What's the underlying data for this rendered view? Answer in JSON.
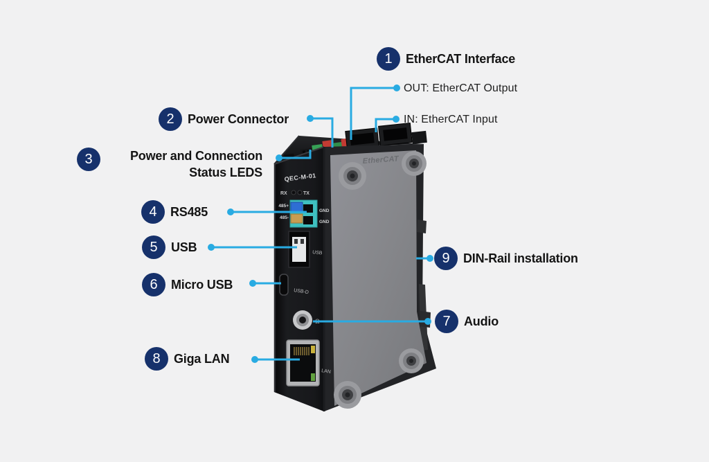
{
  "device": {
    "model": "QEC-M-01",
    "side_logo": "EtherCAT",
    "panel": {
      "rx": "RX",
      "tx": "TX",
      "rs485_plus": "485+",
      "rs485_minus": "485-",
      "gnd_top": "GND",
      "gnd_bottom": "GND",
      "usb": "USB",
      "micro_usb": "USB-D",
      "audio_symbol": "Ω",
      "lan": "LAN"
    }
  },
  "callouts": [
    {
      "number": "1",
      "label": "EtherCAT Interface"
    },
    {
      "number": "2",
      "label": "Power Connector"
    },
    {
      "number": "3",
      "line1": "Power and Connection",
      "line2": "Status LEDS"
    },
    {
      "number": "4",
      "label": "RS485"
    },
    {
      "number": "5",
      "label": "USB"
    },
    {
      "number": "6",
      "label": "Micro USB"
    },
    {
      "number": "7",
      "label": "Audio"
    },
    {
      "number": "8",
      "label": "Giga LAN"
    },
    {
      "number": "9",
      "label": "DIN-Rail installation"
    }
  ],
  "sublabels": {
    "out": "OUT: EtherCAT Output",
    "in": "IN: EtherCAT Input"
  },
  "colors": {
    "background": "#f1f1f2",
    "badge": "#16316b",
    "leader_line": "#29abe2",
    "label_text": "#141414",
    "device_front": "#131417",
    "device_side": "#87888c",
    "rs485_block": "#3fc0c0",
    "power_green": "#37a156",
    "power_red": "#c23b33"
  }
}
